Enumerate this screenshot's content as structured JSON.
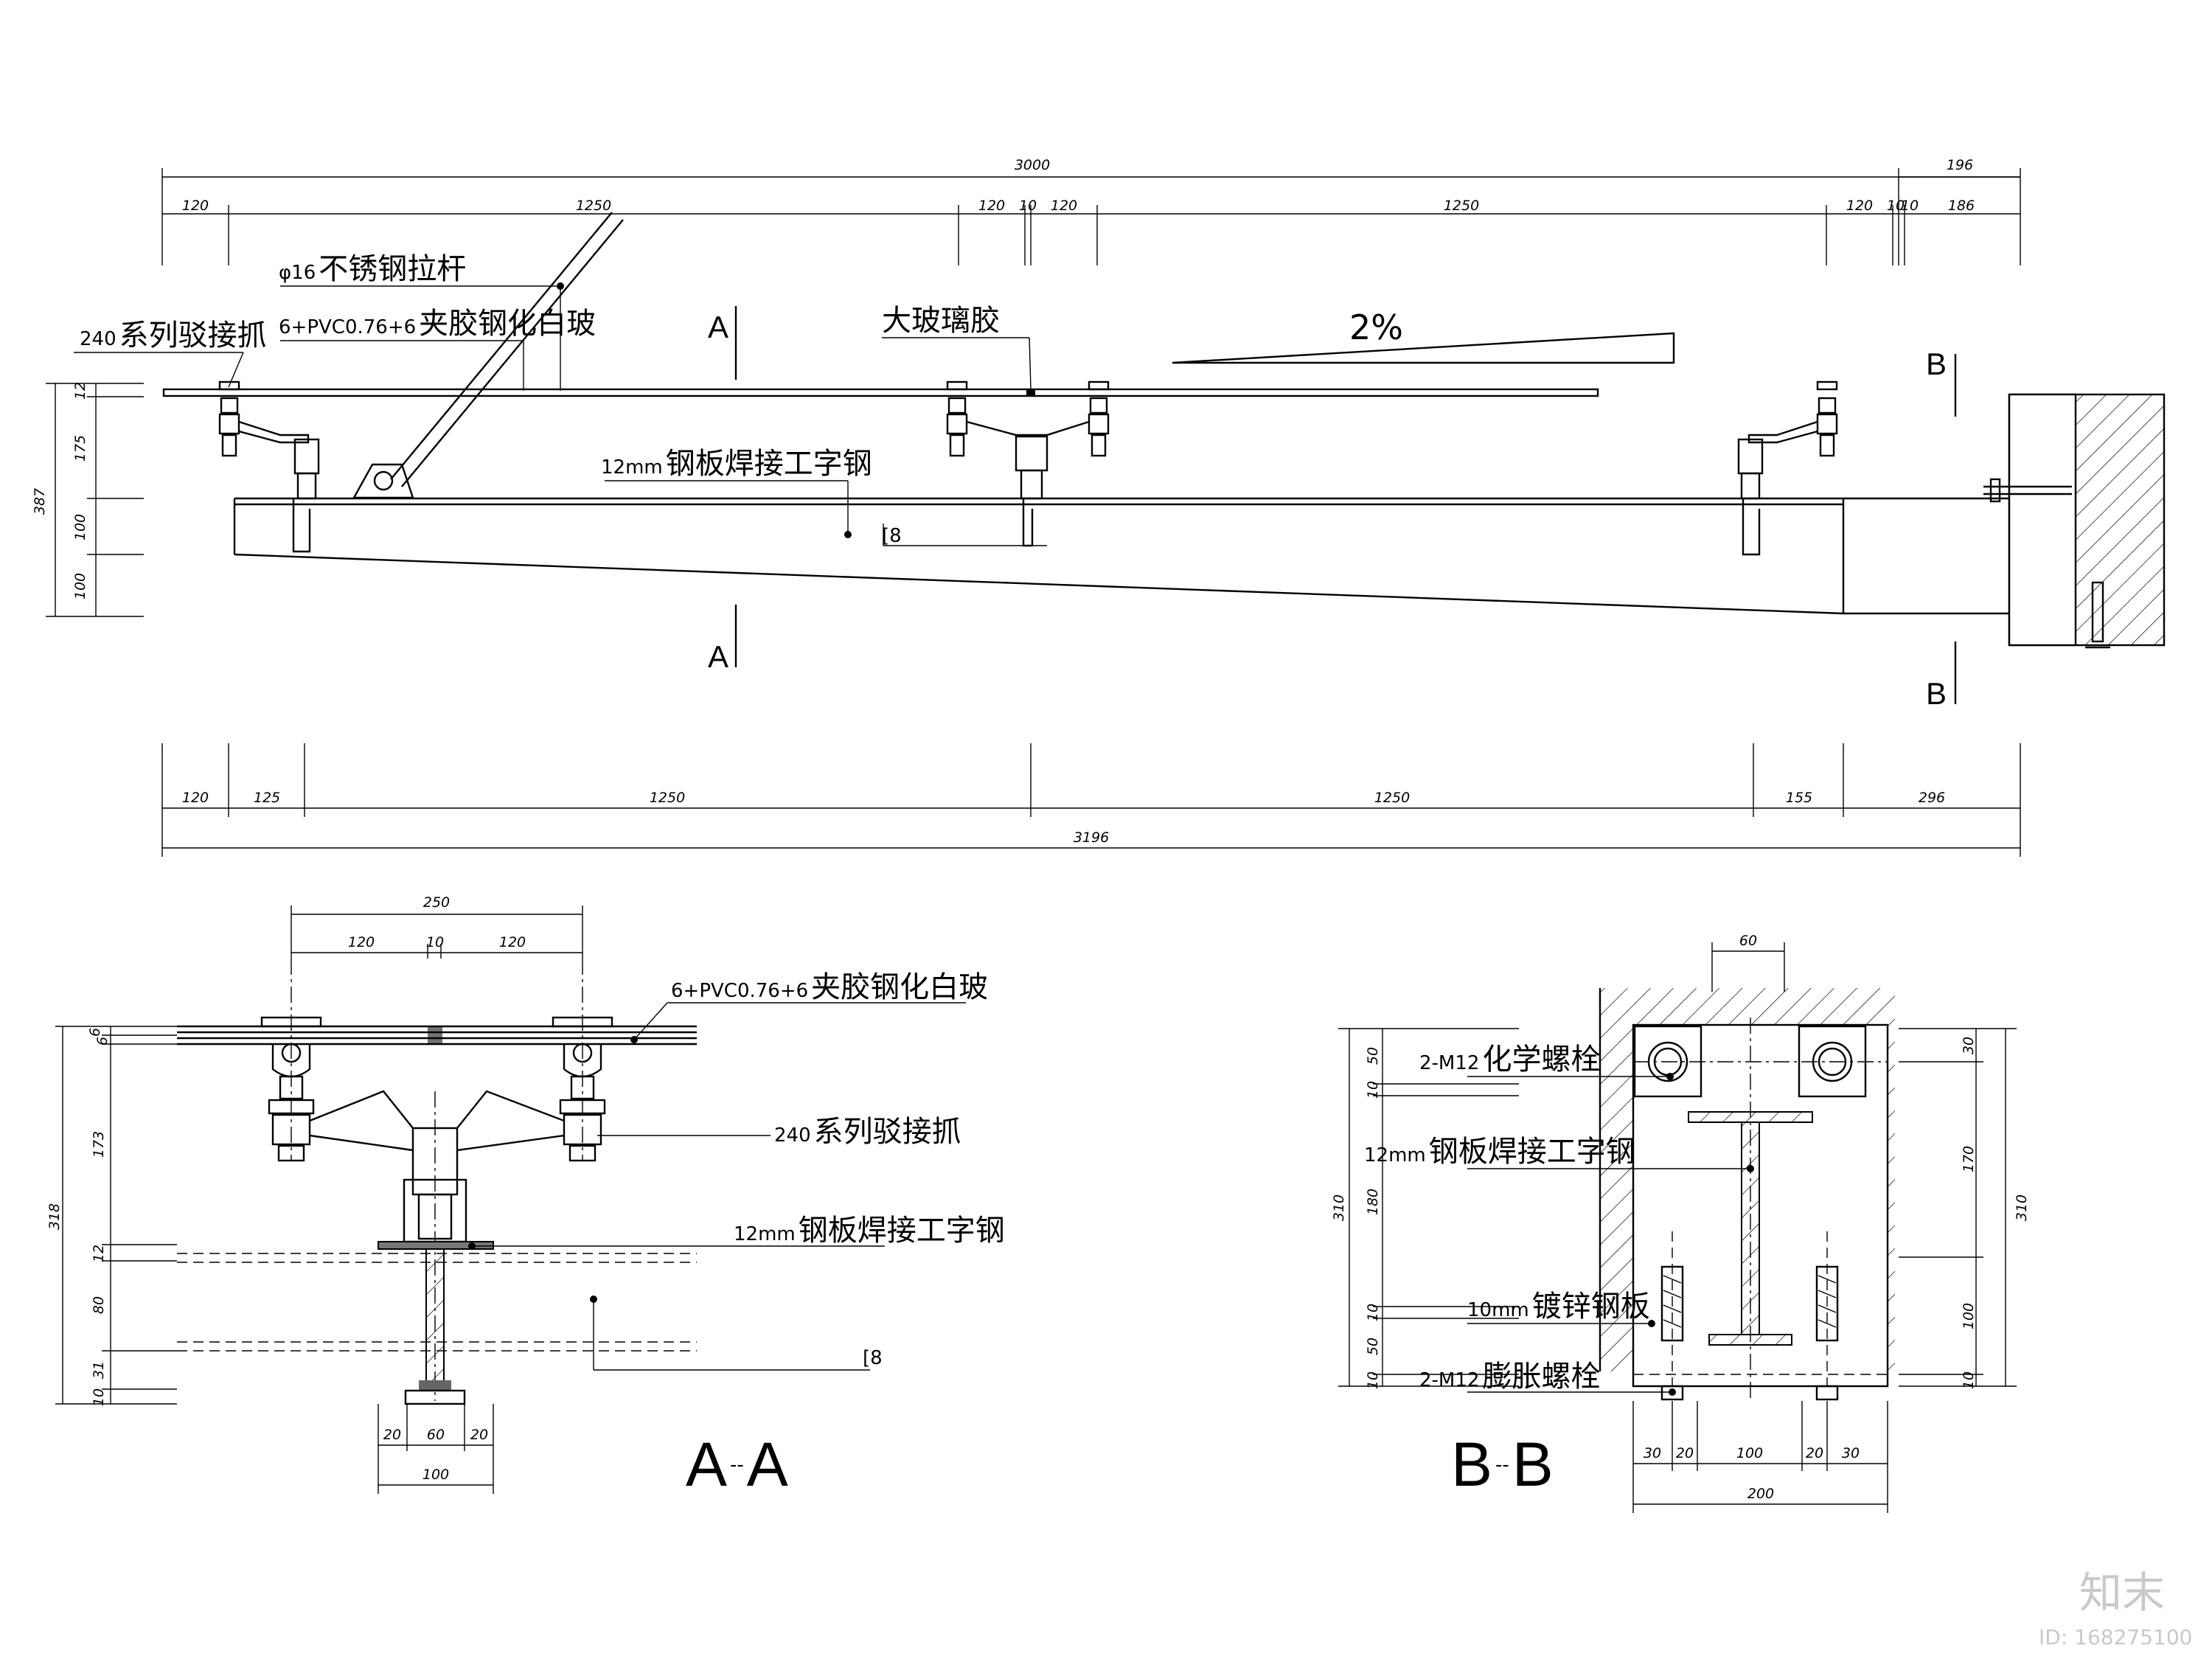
{
  "elevation": {
    "top_dims": {
      "overall": "3000",
      "right_overall": "196",
      "segments": [
        "120",
        "1250",
        "120",
        "10",
        "120",
        "1250",
        "120",
        "10",
        "10",
        "186"
      ]
    },
    "left_dims": [
      "12",
      "175",
      "100",
      "100"
    ],
    "left_total": "387",
    "bottom_dims": {
      "overall": "3196",
      "segments": [
        "120",
        "125",
        "1250",
        "1250",
        "155",
        "296"
      ]
    },
    "labels": {
      "tie_rod_prefix": "φ16",
      "tie_rod": "不锈钢拉杆",
      "glass_prefix": "6+PVC0.76+6",
      "glass": "夹胶钢化白玻",
      "spider_prefix": "240",
      "spider": "系列驳接抓",
      "sealant": "大玻璃胶",
      "beam_prefix": "12mm",
      "beam": "钢板焊接工字钢",
      "channel": "[8",
      "slope": "2%"
    },
    "section_marks": {
      "a": "A",
      "b": "B"
    }
  },
  "section_aa": {
    "title_left": "A",
    "title_right": "A",
    "title_sep": "--",
    "top_dims": {
      "overall": "250",
      "segments": [
        "120",
        "10",
        "120"
      ]
    },
    "left_dims": [
      "6",
      "6",
      "173",
      "12",
      "80",
      "31",
      "10"
    ],
    "left_total": "318",
    "bottom_dims": {
      "overall": "100",
      "segments": [
        "20",
        "60",
        "20"
      ]
    },
    "labels": {
      "glass_prefix": "6+PVC0.76+6",
      "glass": "夹胶钢化白玻",
      "spider_prefix": "240",
      "spider": "系列驳接抓",
      "beam_prefix": "12mm",
      "beam": "钢板焊接工字钢",
      "channel": "[8"
    }
  },
  "section_bb": {
    "title_left": "B",
    "title_right": "B",
    "title_sep": "--",
    "top_dim": "60",
    "left_dims": [
      "50",
      "10",
      "180",
      "10",
      "50",
      "10"
    ],
    "left_total": "310",
    "right_dims": [
      "30",
      "170",
      "100",
      "10"
    ],
    "right_total": "310",
    "bottom_dims": {
      "overall": "200",
      "segments": [
        "30",
        "20",
        "100",
        "20",
        "30"
      ]
    },
    "labels": {
      "chem_bolt_prefix": "2-M12",
      "chem_bolt": "化学螺栓",
      "beam_prefix": "12mm",
      "beam": "钢板焊接工字钢",
      "plate_prefix": "10mm",
      "plate": "镀锌钢板",
      "exp_bolt_prefix": "2-M12",
      "exp_bolt": "膨胀螺栓"
    }
  },
  "watermark": {
    "logo": "知末",
    "id": "ID: 168275100"
  }
}
